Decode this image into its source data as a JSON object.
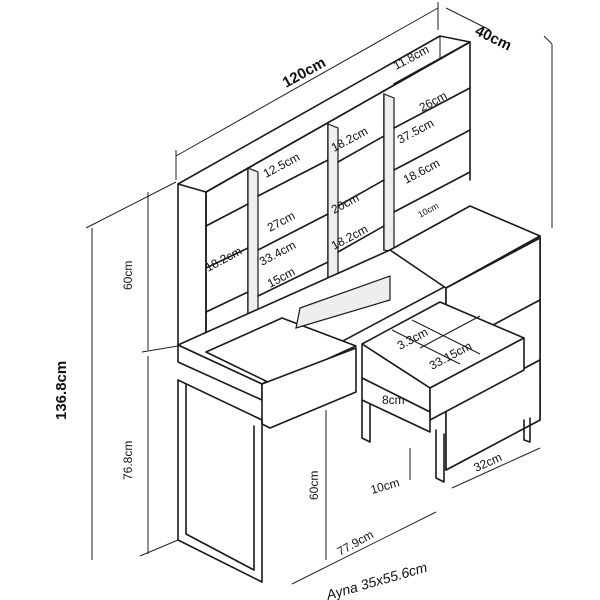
{
  "diagram": {
    "dimensions": {
      "total_width": "120cm",
      "depth": "40cm",
      "total_height": "136.8cm",
      "hutch_height": "60cm",
      "desk_height": "76.8cm",
      "leg_height": "60cm",
      "left_width": "77.9cm",
      "drawer_unit_depth": "32cm",
      "leg_clearance": "10cm",
      "top_shelf": "11.8cm",
      "upper_right_shelf": "26cm",
      "right_shelf_width": "37.5cm",
      "right_mid_shelf": "18.6cm",
      "right_low_shelf": "10cm",
      "center_upper_shelf": "18.2cm",
      "center_mid_shelf": "20cm",
      "center_low_shelf": "18.2cm",
      "left_small_shelf": "12.5cm",
      "left_mid_shelf": "27cm",
      "left_shelf_width": "33.4cm",
      "left_low_shelf": "15cm",
      "far_left_shelf": "18.2cm",
      "drawer_inner_small": "3.3cm",
      "drawer_inner_wide": "33.15cm",
      "drawer_front": "8cm",
      "mirror": "Ayna 35x55.6cm"
    }
  }
}
